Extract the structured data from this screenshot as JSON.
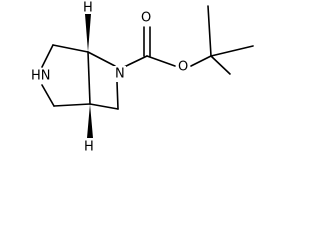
{
  "molecule": {
    "atoms": {
      "amine_nh": "HN",
      "azetidine_n": "N",
      "ester_o": "O",
      "carbonyl_o": "O",
      "stereo_h_top": "H",
      "stereo_h_bottom": "H"
    },
    "colors": {
      "bond": "#000000",
      "label": "#000000",
      "background": "#ffffff"
    }
  }
}
